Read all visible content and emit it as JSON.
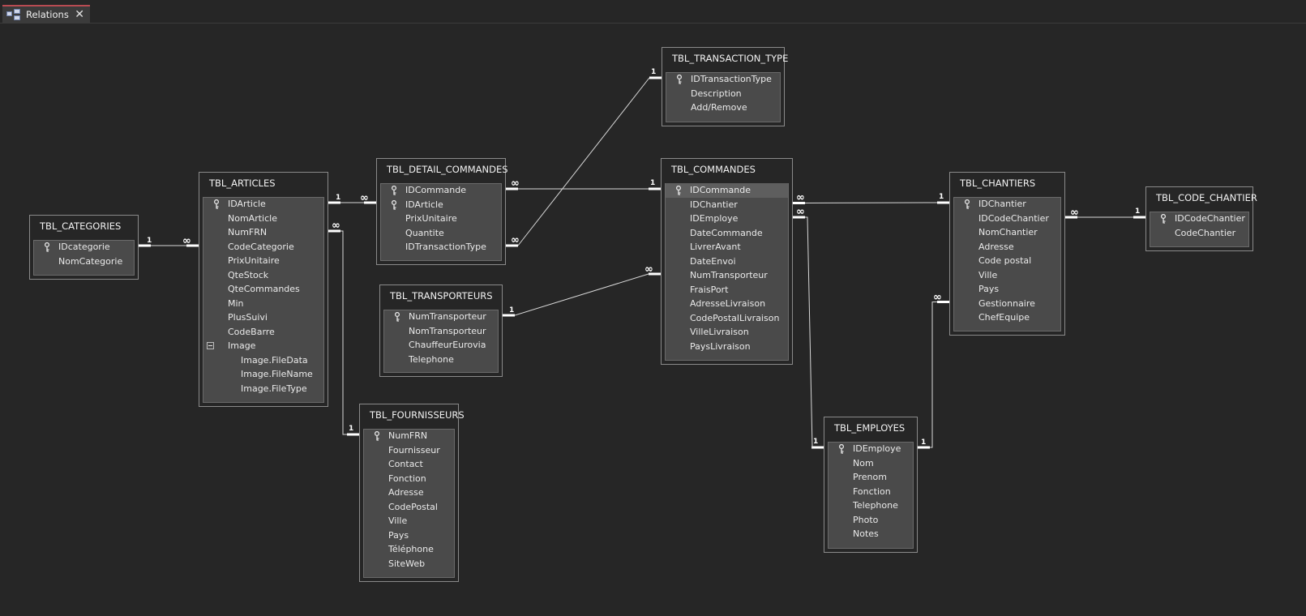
{
  "tab": {
    "label": "Relations",
    "close": "✕"
  },
  "tables": [
    {
      "id": "categories",
      "title": "TBL_CATEGORIES",
      "fields": [
        {
          "name": "IDcategorie",
          "key": true
        },
        {
          "name": "NomCategorie"
        }
      ]
    },
    {
      "id": "articles",
      "title": "TBL_ARTICLES",
      "fields": [
        {
          "name": "IDArticle",
          "key": true
        },
        {
          "name": "NomArticle"
        },
        {
          "name": "NumFRN"
        },
        {
          "name": "CodeCategorie"
        },
        {
          "name": "PrixUnitaire"
        },
        {
          "name": "QteStock"
        },
        {
          "name": "QteCommandes"
        },
        {
          "name": "Min"
        },
        {
          "name": "PlusSuivi"
        },
        {
          "name": "CodeBarre"
        },
        {
          "name": "Image",
          "expanded": true
        },
        {
          "name": "Image.FileData",
          "sub": true
        },
        {
          "name": "Image.FileName",
          "sub": true
        },
        {
          "name": "Image.FileType",
          "sub": true
        }
      ]
    },
    {
      "id": "detail",
      "title": "TBL_DETAIL_COMMANDES",
      "fields": [
        {
          "name": "IDCommande",
          "key": true
        },
        {
          "name": "IDArticle",
          "key": true
        },
        {
          "name": "PrixUnitaire"
        },
        {
          "name": "Quantite"
        },
        {
          "name": "IDTransactionType"
        }
      ]
    },
    {
      "id": "transporteurs",
      "title": "TBL_TRANSPORTEURS",
      "fields": [
        {
          "name": "NumTransporteur",
          "key": true
        },
        {
          "name": "NomTransporteur"
        },
        {
          "name": "ChauffeurEurovia"
        },
        {
          "name": "Telephone"
        }
      ]
    },
    {
      "id": "fournisseurs",
      "title": "TBL_FOURNISSEURS",
      "fields": [
        {
          "name": "NumFRN",
          "key": true
        },
        {
          "name": "Fournisseur"
        },
        {
          "name": "Contact"
        },
        {
          "name": "Fonction"
        },
        {
          "name": "Adresse"
        },
        {
          "name": "CodePostal"
        },
        {
          "name": "Ville"
        },
        {
          "name": "Pays"
        },
        {
          "name": "Téléphone"
        },
        {
          "name": "SiteWeb"
        }
      ]
    },
    {
      "id": "transaction",
      "title": "TBL_TRANSACTION_TYPE",
      "fields": [
        {
          "name": "IDTransactionType",
          "key": true
        },
        {
          "name": "Description"
        },
        {
          "name": "Add/Remove"
        }
      ]
    },
    {
      "id": "commandes",
      "title": "TBL_COMMANDES",
      "fields": [
        {
          "name": "IDCommande",
          "key": true,
          "selected": true
        },
        {
          "name": "IDChantier"
        },
        {
          "name": "IDEmploye"
        },
        {
          "name": "DateCommande"
        },
        {
          "name": "LivrerAvant"
        },
        {
          "name": "DateEnvoi"
        },
        {
          "name": "NumTransporteur"
        },
        {
          "name": "FraisPort"
        },
        {
          "name": "AdresseLivraison"
        },
        {
          "name": "CodePostalLivraison"
        },
        {
          "name": "VilleLivraison"
        },
        {
          "name": "PaysLivraison"
        }
      ]
    },
    {
      "id": "employes",
      "title": "TBL_EMPLOYES",
      "fields": [
        {
          "name": "IDEmploye",
          "key": true
        },
        {
          "name": "Nom"
        },
        {
          "name": "Prenom"
        },
        {
          "name": "Fonction"
        },
        {
          "name": "Telephone"
        },
        {
          "name": "Photo"
        },
        {
          "name": "Notes"
        }
      ]
    },
    {
      "id": "chantiers",
      "title": "TBL_CHANTIERS",
      "fields": [
        {
          "name": "IDChantier",
          "key": true
        },
        {
          "name": "IDCodeChantier"
        },
        {
          "name": "NomChantier"
        },
        {
          "name": "Adresse"
        },
        {
          "name": "Code postal"
        },
        {
          "name": "Ville"
        },
        {
          "name": "Pays"
        },
        {
          "name": "Gestionnaire"
        },
        {
          "name": "ChefEquipe"
        }
      ]
    },
    {
      "id": "codechantier",
      "title": "TBL_CODE_CHANTIER",
      "fields": [
        {
          "name": "IDCodeChantier",
          "key": true
        },
        {
          "name": "CodeChantier"
        }
      ]
    }
  ],
  "relations": [
    {
      "from": "categories.IDcategorie",
      "to": "articles.CodeCategorie",
      "one": "1",
      "many": "∞"
    },
    {
      "from": "articles.IDArticle",
      "to": "detail.IDArticle",
      "one": "1",
      "many": "∞"
    },
    {
      "from": "fournisseurs.NumFRN",
      "to": "articles.NumFRN",
      "one": "1",
      "many": "∞"
    },
    {
      "from": "commandes.IDCommande",
      "to": "detail.IDCommande",
      "one": "1",
      "many": "∞"
    },
    {
      "from": "transaction.IDTransactionType",
      "to": "detail.IDTransactionType",
      "one": "1",
      "many": "∞"
    },
    {
      "from": "transporteurs.NumTransporteur",
      "to": "commandes.NumTransporteur",
      "one": "1",
      "many": "∞"
    },
    {
      "from": "chantiers.IDChantier",
      "to": "commandes.IDChantier",
      "one": "1",
      "many": "∞"
    },
    {
      "from": "employes.IDEmploye",
      "to": "commandes.IDEmploye",
      "one": "1",
      "many": "∞"
    },
    {
      "from": "codechantier.IDCodeChantier",
      "to": "chantiers.IDCodeChantier",
      "one": "1",
      "many": "∞"
    },
    {
      "from": "employes.IDEmploye",
      "to": "chantiers.Gestionnaire",
      "one": "1",
      "many": "∞"
    }
  ]
}
